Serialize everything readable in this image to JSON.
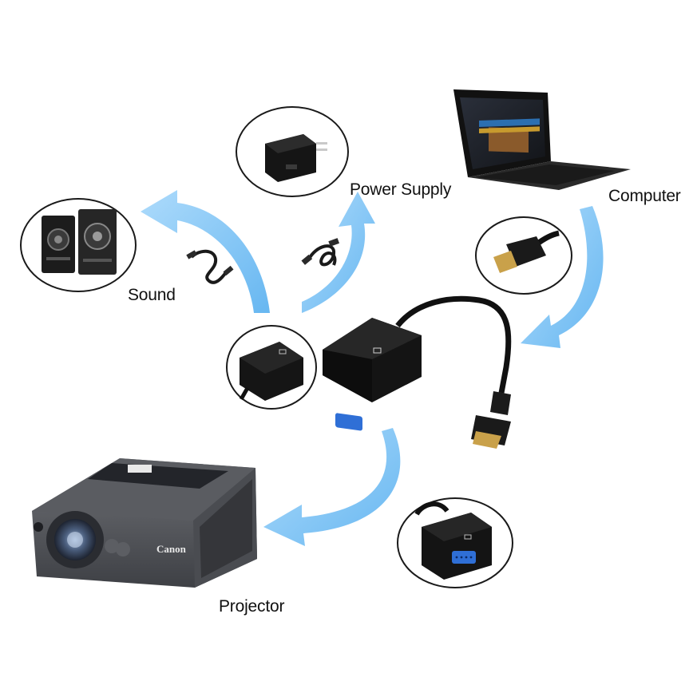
{
  "labels": {
    "sound": "Sound",
    "power_supply": "Power Supply",
    "computer": "Computer",
    "projector": "Projector"
  },
  "projector_brand": "Canon",
  "colors": {
    "arrow": "#7cc4f5",
    "arrow_dark": "#4aa6ea",
    "device_black": "#141414",
    "vga_blue": "#2f6fd6",
    "hdmi_gold": "#c9a14a",
    "projector_gray": "#55575c"
  },
  "icons": [
    "speakers-icon",
    "wall-charger-icon",
    "audio-cable-icon",
    "usb-cable-icon",
    "laptop-icon",
    "hdmi-plug-icon",
    "adapter-icon",
    "vga-port-icon",
    "projector-icon"
  ]
}
